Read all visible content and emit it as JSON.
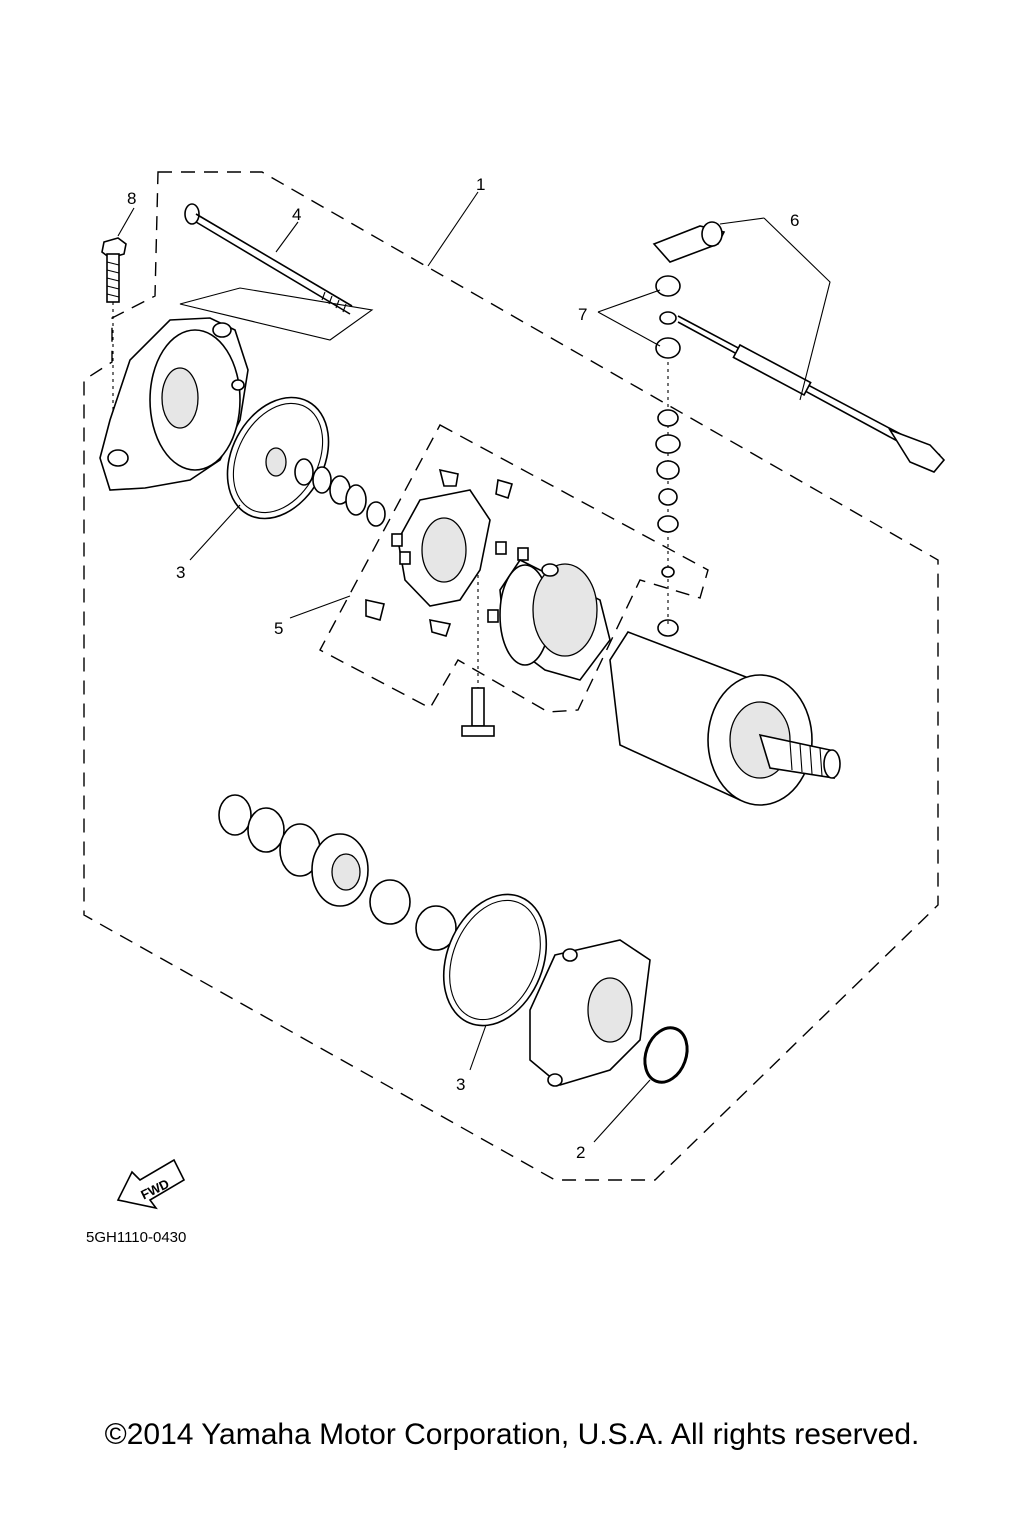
{
  "callouts": {
    "c1": "1",
    "c2": "2",
    "c3a": "3",
    "c3b": "3",
    "c4": "4",
    "c5": "5",
    "c6": "6",
    "c7": "7",
    "c8": "8"
  },
  "fwd_label": "FWD",
  "diagram_code": "5GH1110-0430",
  "copyright": "©2014 Yamaha Motor Corporation, U.S.A. All rights reserved."
}
